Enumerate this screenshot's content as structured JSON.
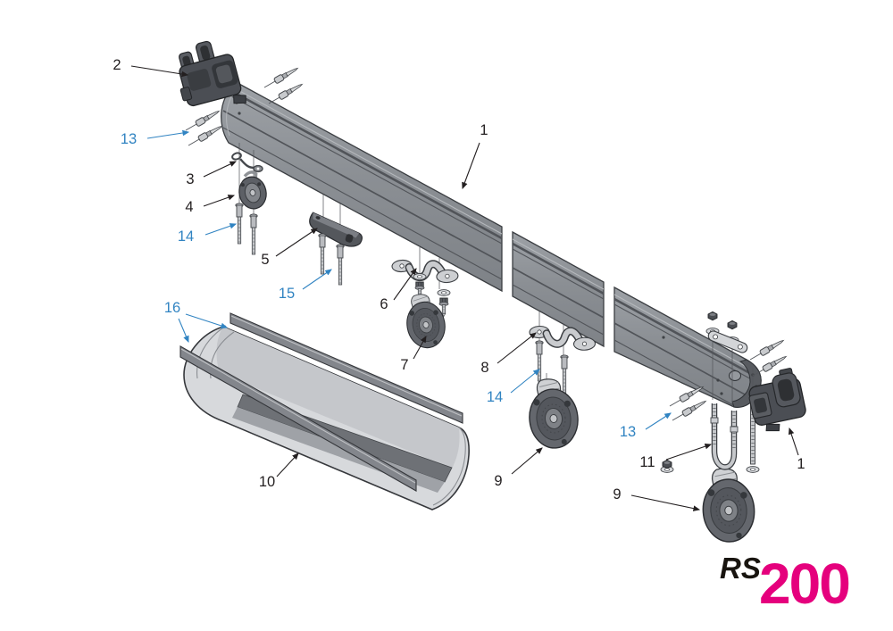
{
  "figure": {
    "type": "exploded-parts-diagram",
    "description": "RS200 spar and track assembly exploded view"
  },
  "callouts": [
    {
      "text": "2",
      "color": "black"
    },
    {
      "text": "13",
      "color": "blue"
    },
    {
      "text": "3",
      "color": "black"
    },
    {
      "text": "4",
      "color": "black"
    },
    {
      "text": "14",
      "color": "blue"
    },
    {
      "text": "5",
      "color": "black"
    },
    {
      "text": "15",
      "color": "blue"
    },
    {
      "text": "6",
      "color": "black"
    },
    {
      "text": "7",
      "color": "black"
    },
    {
      "text": "8",
      "color": "black"
    },
    {
      "text": "14",
      "color": "blue"
    },
    {
      "text": "16",
      "color": "blue"
    },
    {
      "text": "10",
      "color": "black"
    },
    {
      "text": "9",
      "color": "black"
    },
    {
      "text": "13",
      "color": "blue"
    },
    {
      "text": "11",
      "color": "black"
    },
    {
      "text": "1",
      "color": "black"
    },
    {
      "text": "9",
      "color": "black"
    },
    {
      "text": "1",
      "color": "black"
    }
  ],
  "brand": {
    "prefix": "RS",
    "model": "200"
  },
  "colors": {
    "callout_blue": "#3184c2",
    "callout_black": "#231f20",
    "brand_pink": "#e5007d",
    "rail_gray": "#8e9297"
  }
}
